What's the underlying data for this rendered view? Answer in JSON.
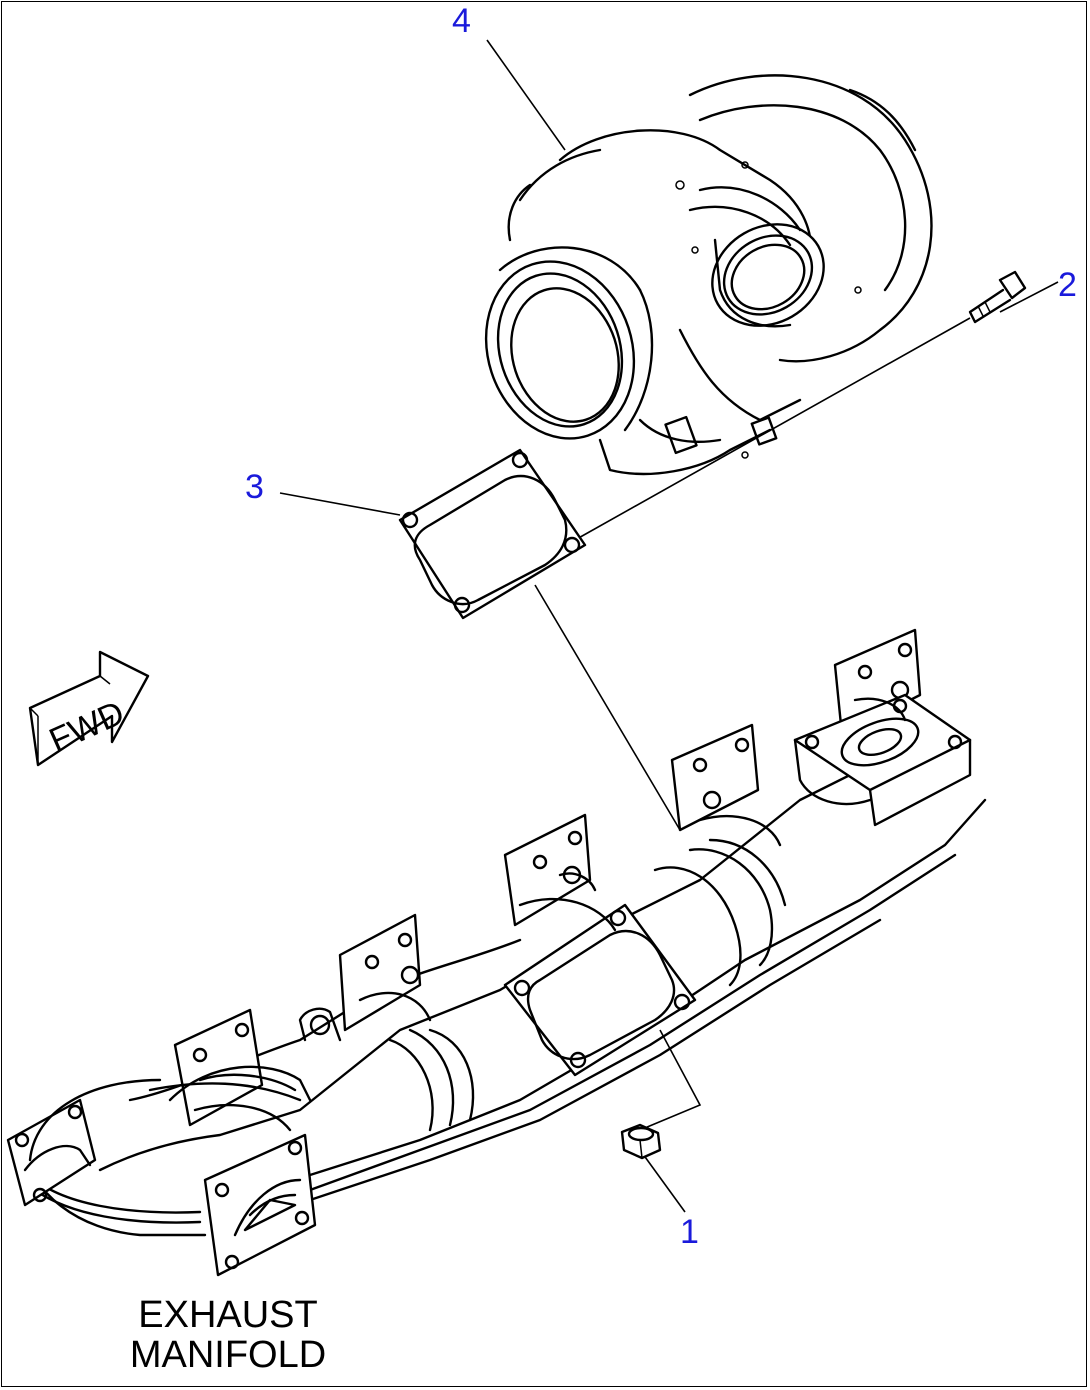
{
  "callouts": [
    {
      "id": "1",
      "label": "1"
    },
    {
      "id": "2",
      "label": "2"
    },
    {
      "id": "3",
      "label": "3"
    },
    {
      "id": "4",
      "label": "4"
    }
  ],
  "fwd_label": "FWD",
  "caption": {
    "line1": "EXHAUST",
    "line2": "MANIFOLD"
  },
  "colors": {
    "callout": "#1a1adb",
    "line": "#000000"
  }
}
